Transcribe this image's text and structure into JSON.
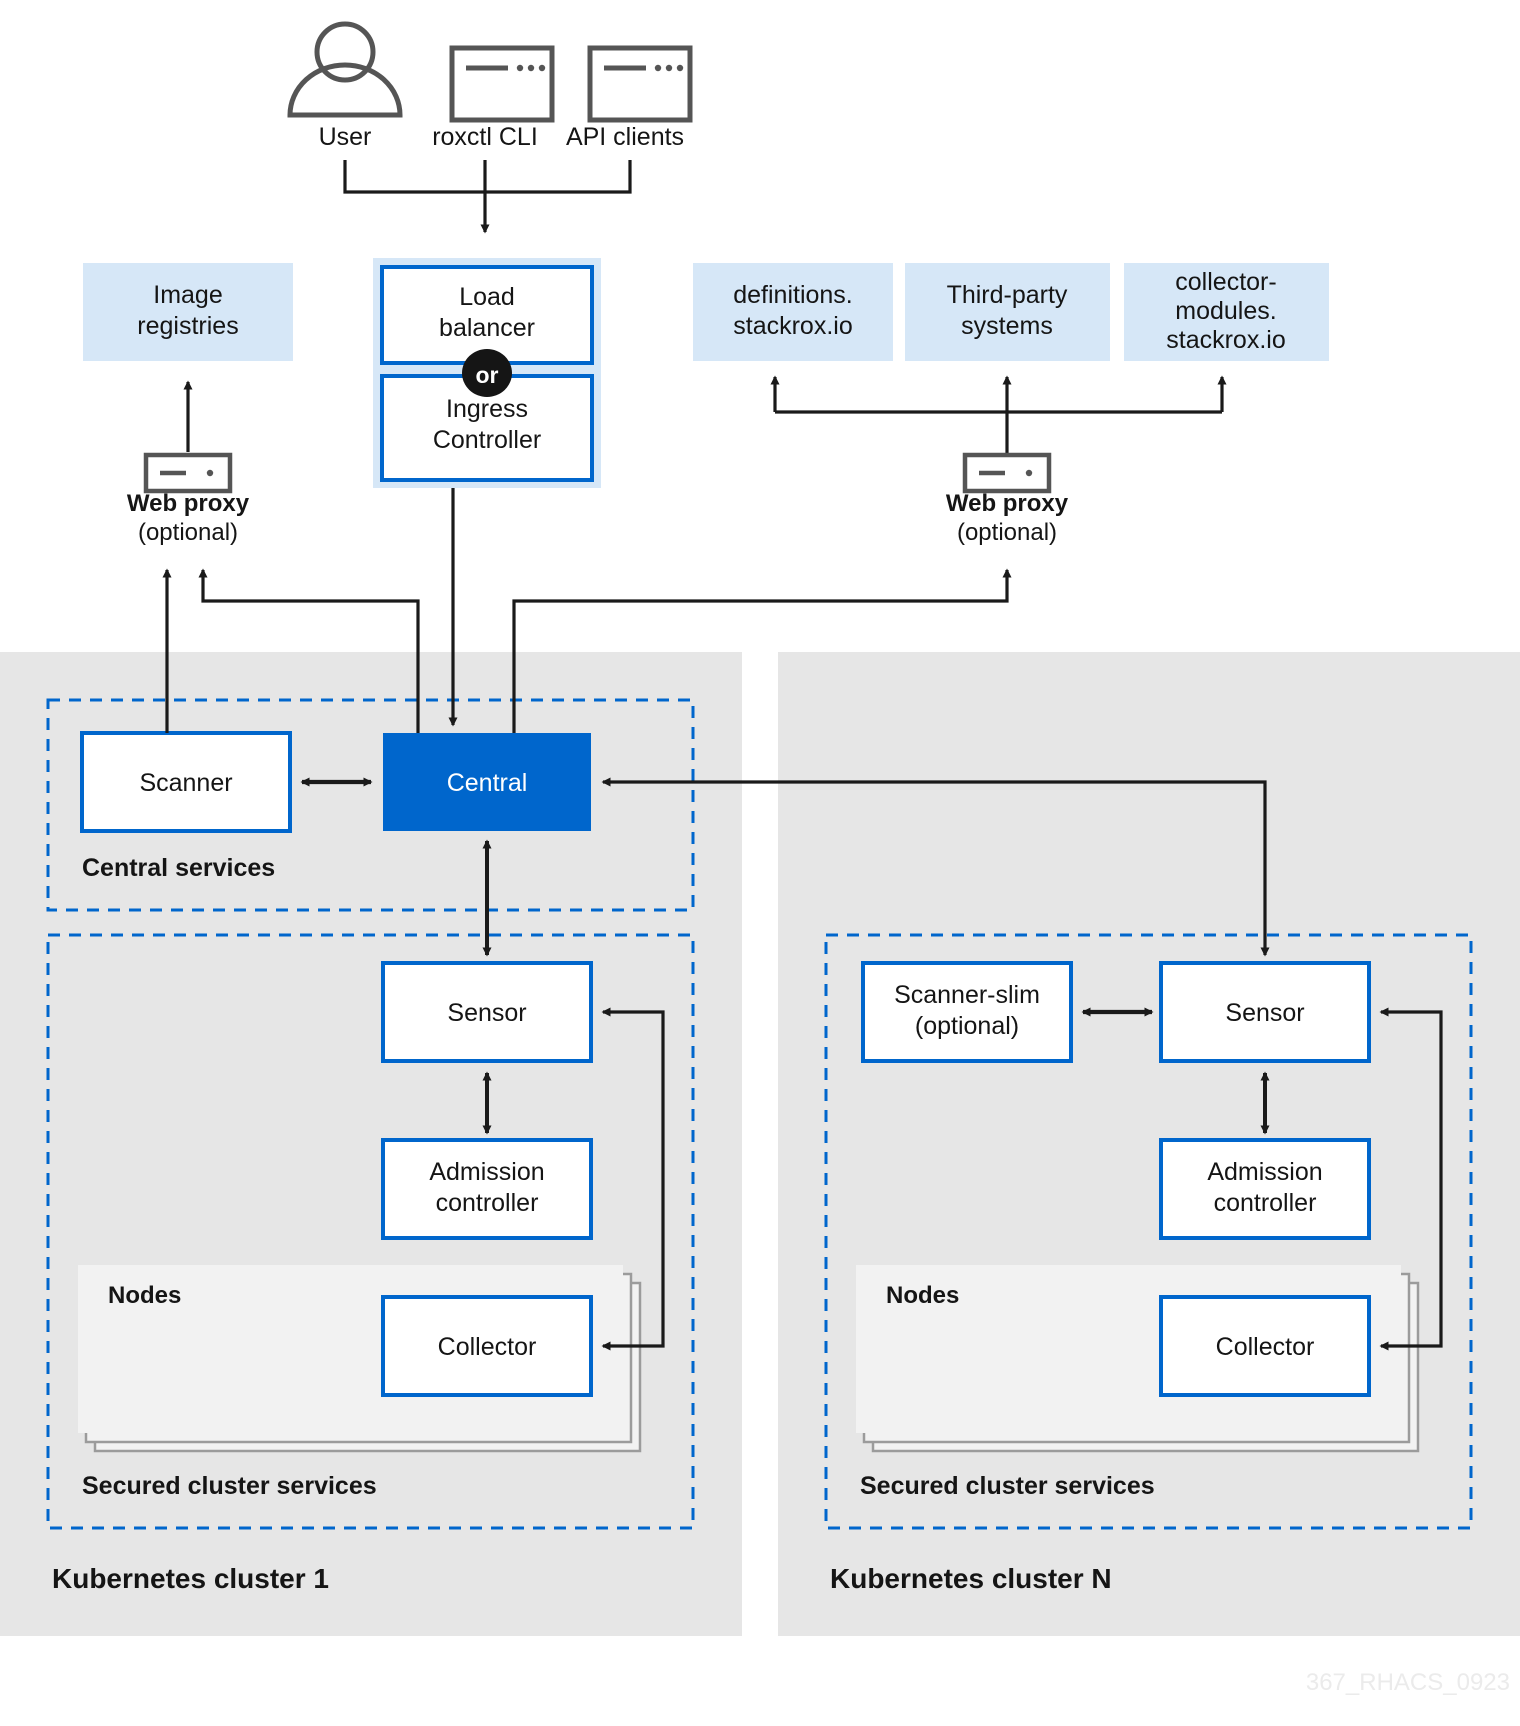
{
  "diagram": {
    "title_watermark": "367_RHACS_0923",
    "colors": {
      "accent_blue": "#0066cc",
      "central_fill": "#0066cc",
      "external_fill": "#d6e7f7",
      "cluster_bg": "#e6e6e6",
      "nodes_bg": "#f2f2f2",
      "dashed_border": "#0066cc",
      "icon_stroke": "#555555",
      "line": "#1a1a1a",
      "watermark": "#ebebeb"
    },
    "actors": [
      {
        "id": "user",
        "label": "User",
        "icon": "person-icon"
      },
      {
        "id": "roxctl",
        "label": "roxctl CLI",
        "icon": "terminal-window-icon"
      },
      {
        "id": "api",
        "label": "API clients",
        "icon": "terminal-window-icon"
      }
    ],
    "external_services": [
      {
        "id": "image-registries",
        "label": "Image\nregistries",
        "lines": [
          "Image",
          "registries"
        ]
      },
      {
        "id": "definitions-stackrox-io",
        "label": "definitions.stackrox.io",
        "lines": [
          "definitions.",
          "stackrox.io"
        ]
      },
      {
        "id": "third-party-systems",
        "label": "Third-party systems",
        "lines": [
          "Third-party",
          "systems"
        ]
      },
      {
        "id": "collector-modules-stackrox-io",
        "label": "collector-modules.stackrox.io",
        "lines": [
          "collector-",
          "modules.",
          "stackrox.io"
        ]
      }
    ],
    "entry": {
      "group_label": "Load balancer or Ingress Controller",
      "load_balancer": {
        "lines": [
          "Load",
          "balancer"
        ]
      },
      "or_badge": "or",
      "ingress_controller": {
        "lines": [
          "Ingress",
          "Controller"
        ]
      }
    },
    "web_proxies": [
      {
        "id": "web-proxy-left",
        "lines": [
          "Web proxy",
          "(optional)"
        ]
      },
      {
        "id": "web-proxy-right",
        "lines": [
          "Web proxy",
          "(optional)"
        ]
      }
    ],
    "central_services": {
      "group_label": "Central services",
      "scanner": {
        "lines": [
          "Scanner"
        ]
      },
      "central": {
        "lines": [
          "Central"
        ]
      }
    },
    "clusters": [
      {
        "id": "kubernetes-cluster-1",
        "label": "Kubernetes cluster 1",
        "secured_label": "Secured cluster services",
        "nodes_label": "Nodes",
        "sensor": {
          "lines": [
            "Sensor"
          ]
        },
        "admission_controller": {
          "lines": [
            "Admission",
            "controller"
          ]
        },
        "collector": {
          "lines": [
            "Collector"
          ]
        },
        "scanner_slim": null
      },
      {
        "id": "kubernetes-cluster-n",
        "label": "Kubernetes cluster N",
        "secured_label": "Secured cluster services",
        "nodes_label": "Nodes",
        "sensor": {
          "lines": [
            "Sensor"
          ]
        },
        "admission_controller": {
          "lines": [
            "Admission",
            "controller"
          ]
        },
        "collector": {
          "lines": [
            "Collector"
          ]
        },
        "scanner_slim": {
          "lines": [
            "Scanner-slim",
            "(optional)"
          ]
        }
      }
    ]
  }
}
